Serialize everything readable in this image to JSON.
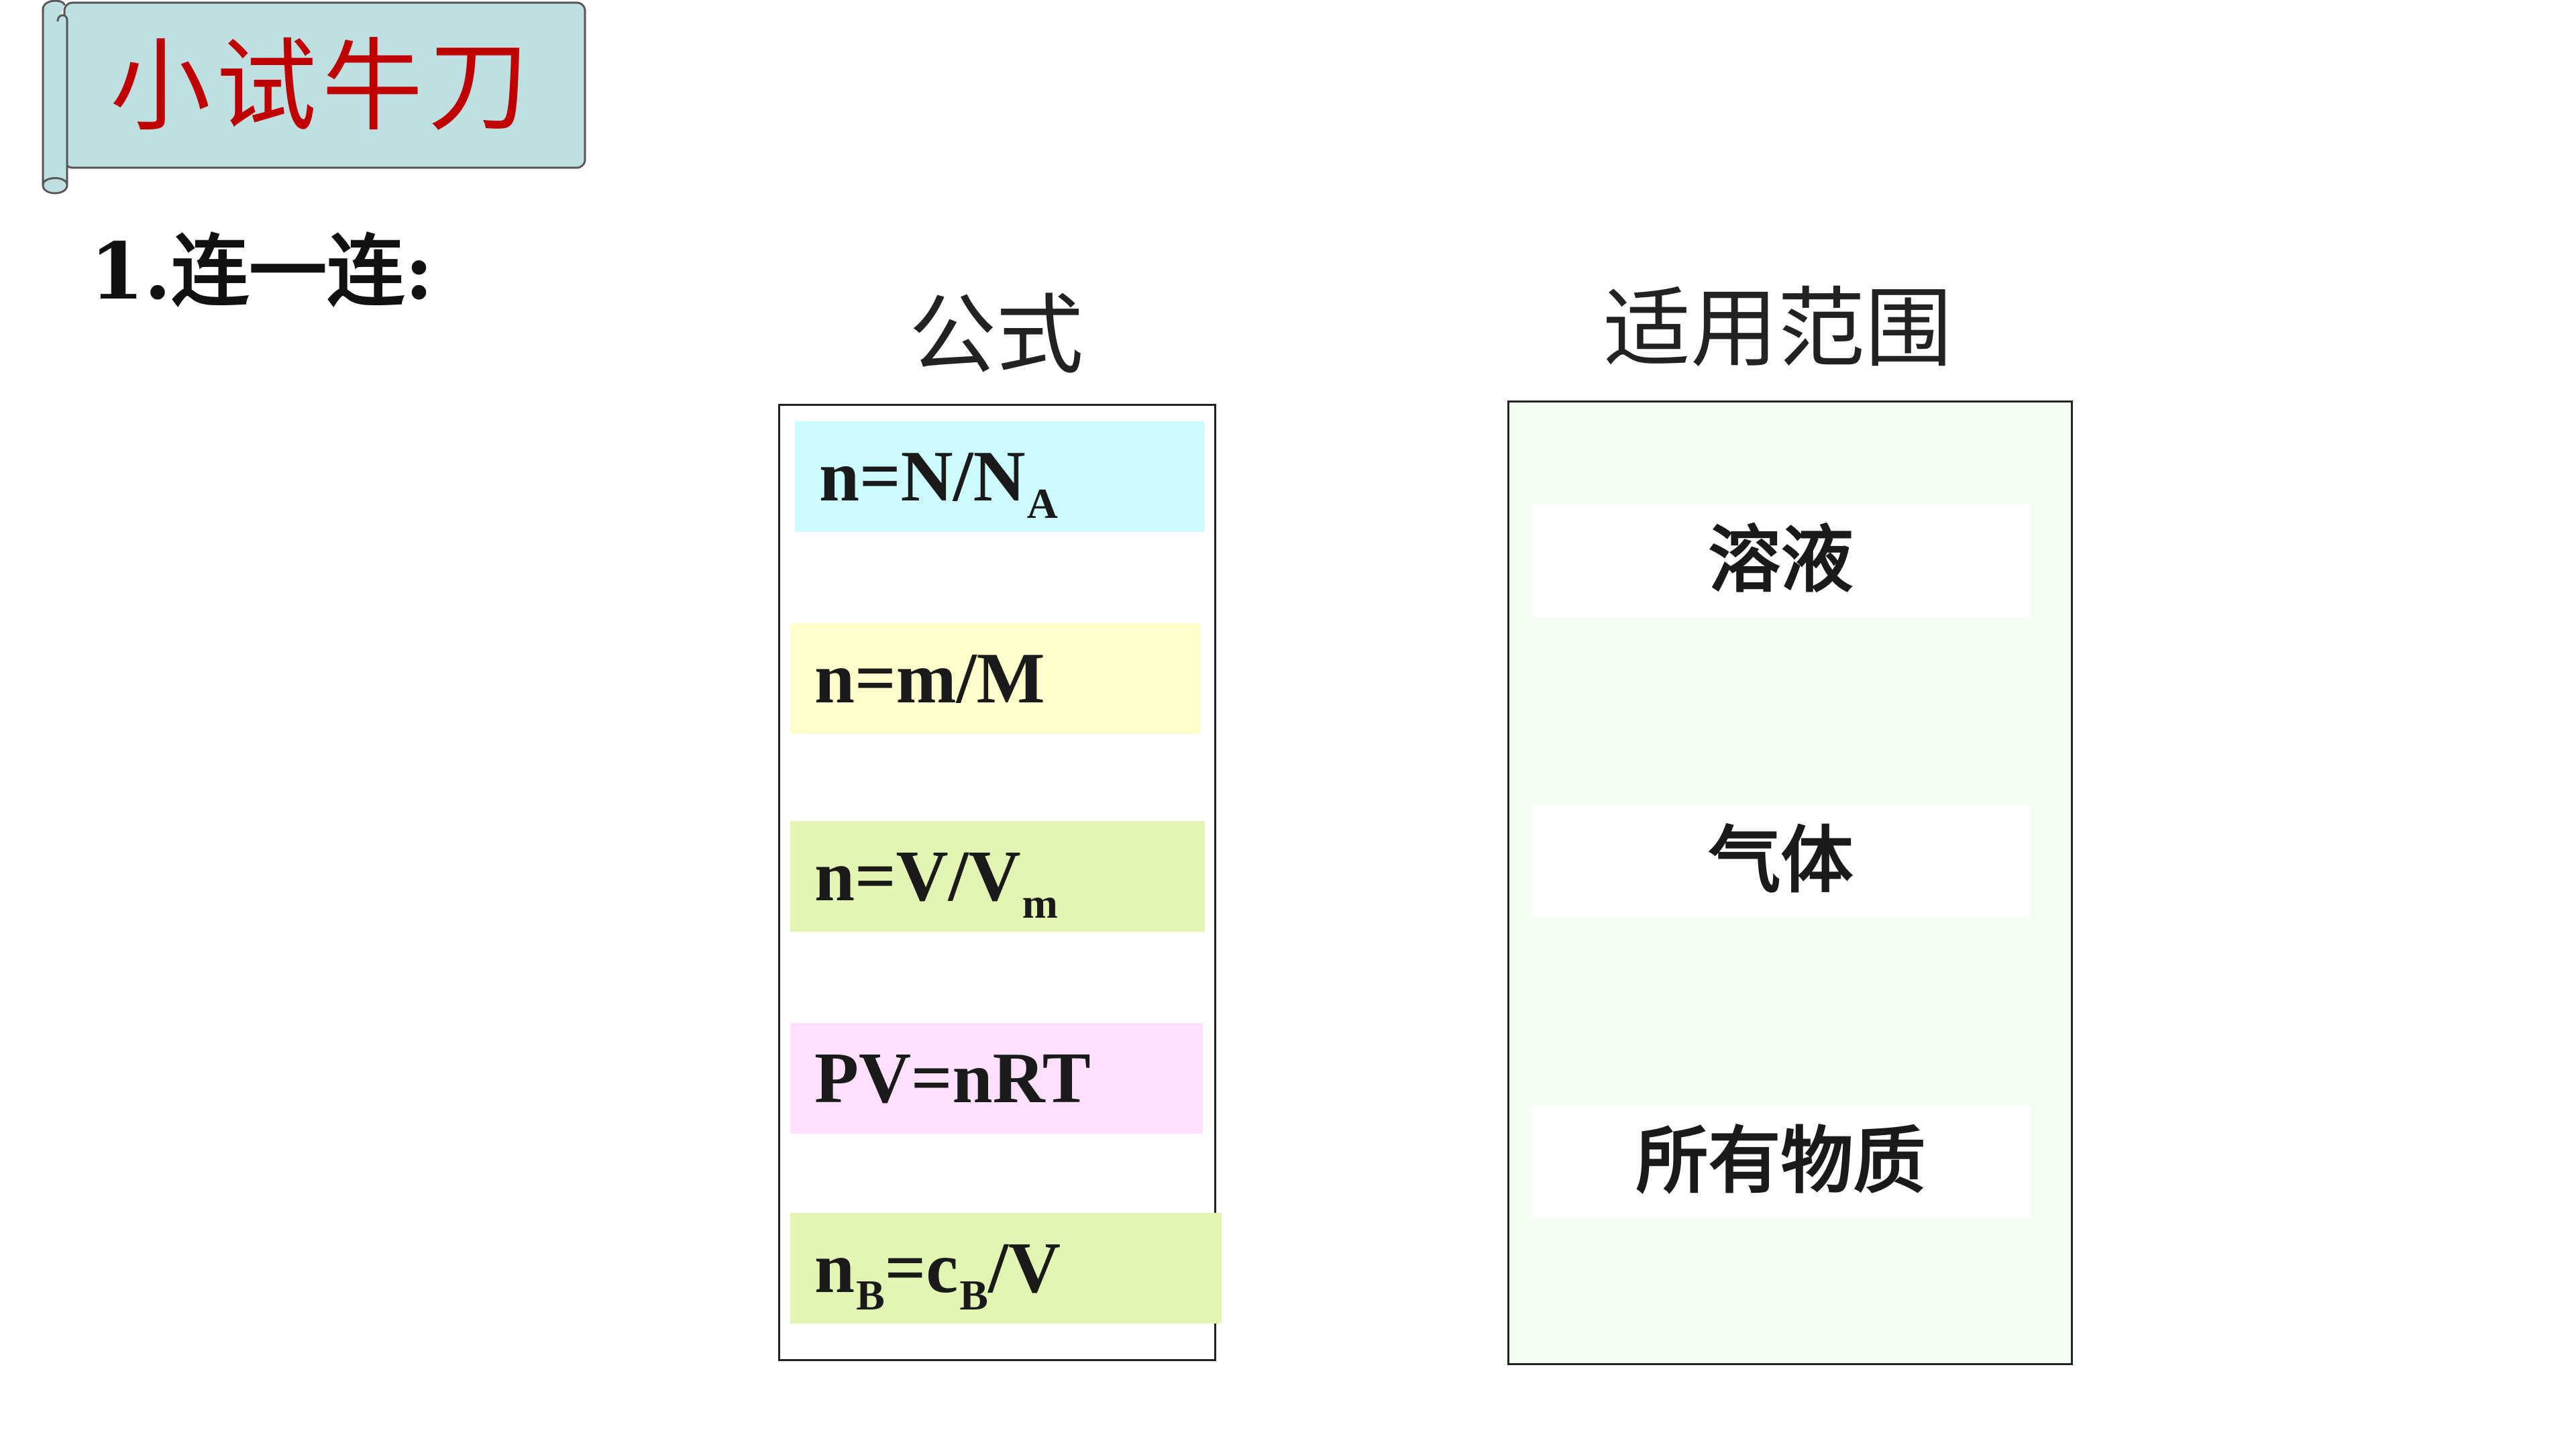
{
  "banner": {
    "title": "小试牛刀",
    "fill_color": "#bfe0e3",
    "title_color": "#c00000"
  },
  "question": {
    "text": "1.连一连:"
  },
  "columns": {
    "formula_title": "公式",
    "scope_title": "适用范围"
  },
  "formulas": [
    {
      "parts": [
        {
          "text": "n=N/N"
        },
        {
          "text": "A",
          "sub": true
        }
      ],
      "color": "#ccfcff"
    },
    {
      "parts": [
        {
          "text": "n=m/M"
        }
      ],
      "color": "#ffffcc"
    },
    {
      "parts": [
        {
          "text": "n=V/V"
        },
        {
          "text": "m",
          "sub": true
        }
      ],
      "color": "#e2f5b3"
    },
    {
      "parts": [
        {
          "text": "PV=nRT"
        }
      ],
      "color": "#ffe1ff"
    },
    {
      "parts": [
        {
          "text": "n"
        },
        {
          "text": "B",
          "sub": true
        },
        {
          "text": "=c"
        },
        {
          "text": "B",
          "sub": true
        },
        {
          "text": "/V"
        }
      ],
      "color": "#e2f5b3"
    }
  ],
  "scopes": [
    {
      "label": "溶液"
    },
    {
      "label": "气体"
    },
    {
      "label": "所有物质"
    }
  ]
}
